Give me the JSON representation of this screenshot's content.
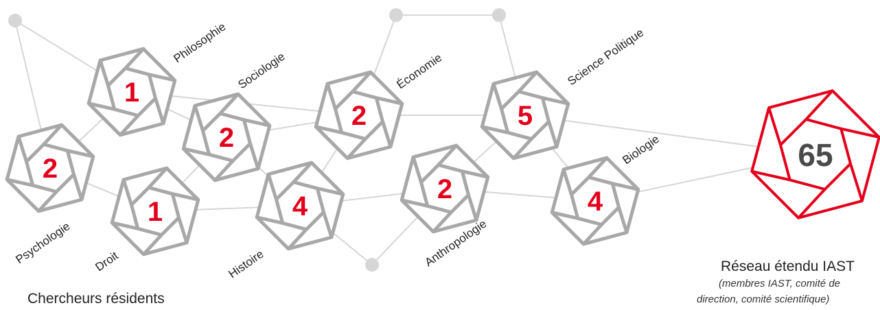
{
  "colors": {
    "accent": "#e3001b",
    "node": "#a8a8a8",
    "link": "#d6d6d6",
    "text": "#222222"
  },
  "nodes": [
    {
      "id": "philo",
      "label": "Philosophie",
      "count": "1"
    },
    {
      "id": "socio",
      "label": "Sociologie",
      "count": "2"
    },
    {
      "id": "psycho",
      "label": "Psychologie",
      "count": "2"
    },
    {
      "id": "droit",
      "label": "Droit",
      "count": "1"
    },
    {
      "id": "histoire",
      "label": "Histoire",
      "count": "4"
    },
    {
      "id": "economie",
      "label": "Économie",
      "count": "2"
    },
    {
      "id": "anthro",
      "label": "Anthropologie",
      "count": "2"
    },
    {
      "id": "sciencepo",
      "label": "Science Politique",
      "count": "5"
    },
    {
      "id": "biologie",
      "label": "Biologie",
      "count": "4"
    }
  ],
  "network": {
    "count": "65",
    "title": "Réseau étendu IAST",
    "subtitle_line1": "(membres IAST, comité de",
    "subtitle_line2": "direction, comité scientifique)"
  },
  "caption": "Chercheurs résidents"
}
